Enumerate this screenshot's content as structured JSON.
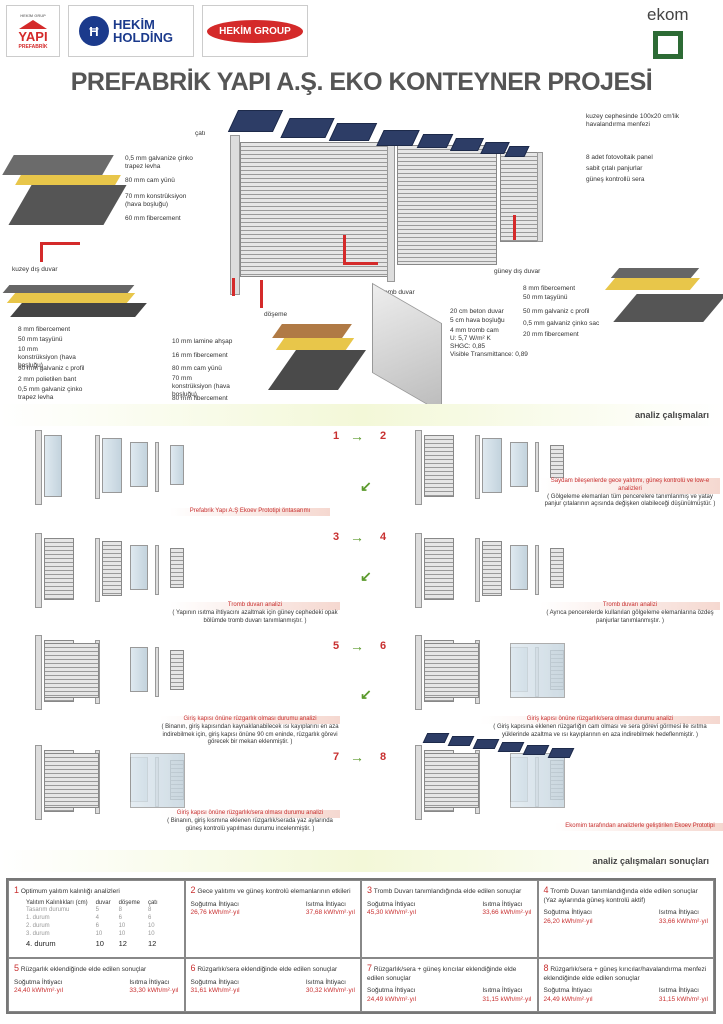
{
  "header": {
    "logos": [
      "YAPI",
      "HEKİM HOLDİNG",
      "HEKİM GROUP",
      "ekom"
    ],
    "yapi_sub": "PREFABRİK",
    "yapi_top": "HEKİM GRUP",
    "title": "PREFABRİK YAPI A.Ş.  EKO KONTEYNER PROJESİ"
  },
  "diagram": {
    "roof_label": "çatı",
    "roof_layers": [
      "0,5 mm galvanize çinko trapez levha",
      "80 mm cam yünü",
      "70 mm konstrüksiyon (hava boşluğu)",
      "60 mm fibercement"
    ],
    "north_wall_label": "kuzey dış duvar",
    "north_wall_layers": [
      "8 mm fibercement",
      "50 mm taşyünü",
      "10 mm konstrüksiyon (hava boşluğu)",
      "60 mm galvaniz c profil",
      "2 mm polietilen bant",
      "0,5 mm galvaniz çinko trapez levha"
    ],
    "floor_label": "döşeme",
    "floor_layers": [
      "10 mm lamine ahşap",
      "16 mm fibercement",
      "80 mm cam yünü",
      "70 mm konstrüksiyon (hava boşluğu)",
      "80 mm fibercement"
    ],
    "trombe_label": "tromb duvar",
    "trombe_layers": [
      "20 cm beton duvar",
      "5 cm hava boşluğu",
      "4 mm tromb cam",
      "U: 5,7 W/m² K",
      "SHGC: 0,85",
      "Visible Transmittance: 0,89"
    ],
    "south_wall_label": "güney dış duvar",
    "south_wall_layers": [
      "8 mm fibercement",
      "50 mm taşyünü",
      "50 mm galvaniz c profil",
      "0,5 mm galvaniz çinko sac",
      "20 mm fibercement"
    ],
    "right_labels": [
      "kuzey cephesinde 100x20 cm'lik havalandırma menfezi",
      "8 adet fotovoltaik panel",
      "sabit çıtalı panjurlar",
      "güneş kontrollü sera"
    ]
  },
  "analysis": {
    "title": "analiz çalışmaları",
    "arrows": [
      "1",
      "2",
      "3",
      "4",
      "5",
      "6",
      "7",
      "8"
    ],
    "captions": [
      {
        "h": "Prefabrik Yapı A.Ş Ekoev  Prototipi öntasarımı",
        "t": ""
      },
      {
        "h": "Saydam bileşenlerde gece yalıtımı, güneş kontrolü ve low-e analizleri",
        "t": "( Gölgeleme elemanları tüm pencerelere tanımlanmış ve yatay panjur çıtalarının açısında değişken olabileceği düşünülmüştür. )"
      },
      {
        "h": "Tromb duvarı analizi",
        "t": "( Yapının ısıtma ihtiyacını azaltmak için güney cephedeki opak bölümde tromb duvarı tanımlanmıştır. )"
      },
      {
        "h": "Tromb duvarı analizi",
        "t": "( Ayrıca pencerelerde kullanılan gölgeleme elemanlarına özdeş panjurlar tanımlanmıştır. )"
      },
      {
        "h": "Giriş kapısı önüne rüzgarlık olması durumu analizi",
        "t": "( Binanın, giriş kapısından kaynaklanabilecek ısı kayıplarını en aza indirebilmek için, giriş kapısı önüne 90 cm eninde, rüzgarlık görevi görecek bir mekan eklenmiştir. )"
      },
      {
        "h": "Giriş kapısı önüne rüzgarlık/sera olması durumu analizi",
        "t": "( Giriş kapısına eklenen rüzgarlığın cam olması ve sera görevi görmesi ile ısıtma yüklerinde azaltma ve ısı kayıplarının en aza indirebilmek hedeflenmiştir. )"
      },
      {
        "h": "Giriş kapısı önüne rüzgarlık/sera olması durumu analizi",
        "t": "( Binanın, giriş kısmına eklenen rüzgarlık/serada yaz aylarında güneş kontrolü yapılması durumu incelenmiştir. )"
      },
      {
        "h": "Ekomim tarafından analizlerle geliştirilen Ekoev  Prototipi",
        "t": ""
      }
    ]
  },
  "results": {
    "title": "analiz çalışmaları sonuçları",
    "cool": "Soğutma İhtiyacı",
    "heat": "Isıtma İhtiyacı",
    "table": {
      "head": [
        "Yalıtım Kalınlıkları (cm)",
        "duvar",
        "döşeme",
        "çatı"
      ],
      "rows": [
        [
          "Tasarım durumu",
          "5",
          "8",
          "8"
        ],
        [
          "1. durum",
          "4",
          "6",
          "6"
        ],
        [
          "2. durum",
          "6",
          "10",
          "10"
        ],
        [
          "3. durum",
          "10",
          "10",
          "10"
        ],
        [
          "4. durum",
          "10",
          "12",
          "12"
        ]
      ]
    },
    "cells": [
      {
        "n": "1",
        "title": "Optimum yalıtım kalınlığı analizleri"
      },
      {
        "n": "2",
        "title": "Gece yalıtımı ve güneş kontrolü elemanlarının etkileri",
        "cool": "26,76 kWh/m²·yıl",
        "heat": "37,68 kWh/m²·yıl"
      },
      {
        "n": "3",
        "title": "Tromb Duvarı tanımlandığında elde edilen sonuçlar",
        "cool": "45,30 kWh/m²·yıl",
        "heat": "33,66 kWh/m²·yıl"
      },
      {
        "n": "4",
        "title": "Tromb Duvarı tanımlandığında elde edilen sonuçlar (Yaz aylarında güneş kontrolü aktif)",
        "cool": "26,20 kWh/m²·yıl",
        "heat": "33,66 kWh/m²·yıl"
      },
      {
        "n": "5",
        "title": "Rüzgarlık eklendiğinde elde edilen sonuçlar",
        "cool": "24,40 kWh/m²·yıl",
        "heat": "33,30 kWh/m²·yıl"
      },
      {
        "n": "6",
        "title": "Rüzgarlık/sera eklendiğinde elde edilen sonuçlar",
        "cool": "31,61 kWh/m²·yıl",
        "heat": "30,32 kWh/m²·yıl"
      },
      {
        "n": "7",
        "title": "Rüzgarlık/sera + güneş kırıcılar eklendiğinde elde edilen sonuçlar",
        "cool": "24,49 kWh/m²·yıl",
        "heat": "31,15 kWh/m²·yıl"
      },
      {
        "n": "8",
        "title": "Rüzgarlık/sera + güneş kırıcılar/havalandırma menfezi eklendiğinde elde edilen sonuçlar",
        "cool": "24,49 kWh/m²·yıl",
        "heat": "31,15 kWh/m²·yıl"
      }
    ]
  }
}
